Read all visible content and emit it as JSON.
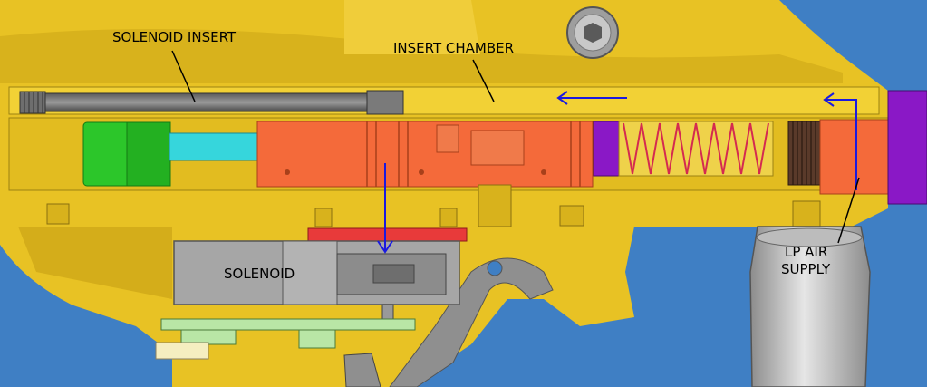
{
  "labels": {
    "solenoid_insert": "SOLENOID INSERT",
    "insert_chamber": "INSERT CHAMBER",
    "solenoid": "SOLENOID",
    "lp_air_line1": "LP AIR",
    "lp_air_line2": "SUPPLY"
  },
  "colors": {
    "background": "#3f7fc4",
    "body": "#e8c224",
    "body_shadow": "#c9a516",
    "valve_body": "#f46a3a",
    "green_part": "#2cc62a",
    "cyan_part": "#36d6dc",
    "purple_part": "#8a18c6",
    "spring": "#d42a50",
    "solenoid": "#a6a6a6",
    "air_flow": "#1a1ae0",
    "board": "#b9e6a6"
  }
}
